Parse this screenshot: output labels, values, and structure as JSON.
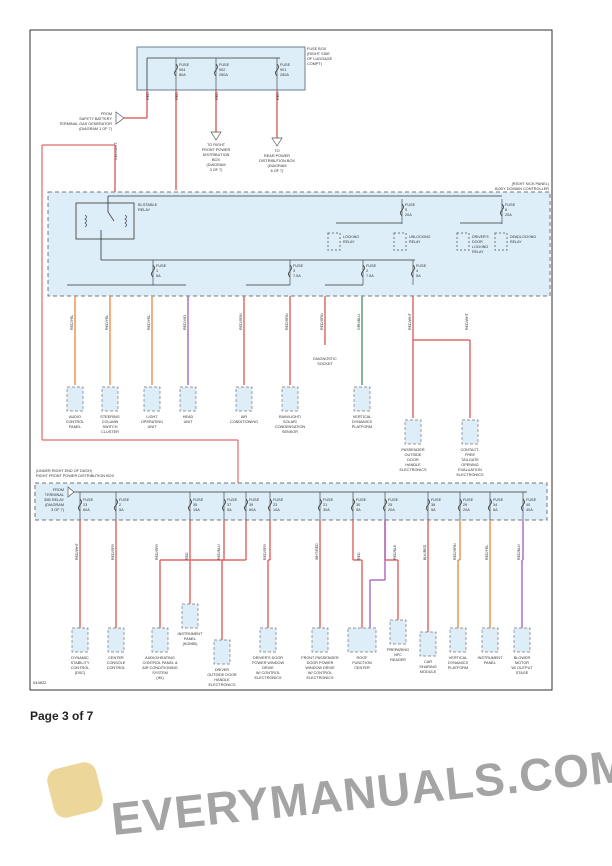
{
  "top_fuse_box": {
    "label": [
      "FUSE BOX",
      "(RIGHT SIDE",
      "OF LUGGAGE",
      "COMPT)"
    ],
    "fuses": [
      {
        "name": "FUSE",
        "num": "904",
        "amp": "80A"
      },
      {
        "name": "FUSE",
        "num": "902",
        "amp": "250A"
      },
      {
        "name": "FUSE",
        "num": "901",
        "amp": "250A"
      }
    ],
    "from_battery": [
      "FROM",
      "SAFETY BATTERY",
      "TERMINAL GAS GENERATOR",
      "(DIAGRAM 1 OF 7)"
    ],
    "to_right_front": [
      "TO RIGHT",
      "FRONT POWER",
      "DISTRIBUTION",
      "BOX",
      "(DIAGRAM",
      "3 OF 7)"
    ],
    "to_rear": [
      "TO",
      "REAR POWER",
      "DISTRIBUTION BOX",
      "(DIAGRAM",
      "6 OF 7)"
    ],
    "wire_colors": [
      "RED",
      "RED",
      "RED",
      "RED",
      "RED/WHT"
    ]
  },
  "body_domain_controller": {
    "label": [
      "(RIGHT KICK PANEL)",
      "BODY DOMAIN CONTROLLER"
    ],
    "bistable_relay": [
      "BI-STABLE",
      "RELAY"
    ],
    "fuses": [
      {
        "name": "FUSE",
        "num": "1",
        "amp": "5A"
      },
      {
        "name": "FUSE",
        "num": "3",
        "amp": "7.5A"
      },
      {
        "name": "FUSE",
        "num": "2",
        "amp": "7.5A"
      },
      {
        "name": "FUSE",
        "num": "4",
        "amp": "5A"
      },
      {
        "name": "FUSE",
        "num": "5",
        "amp": "20A"
      },
      {
        "name": "FUSE",
        "num": "6",
        "amp": "20A"
      }
    ],
    "relays": [
      [
        "LOCKING",
        "RELAY"
      ],
      [
        "UNLOCKING",
        "RELAY"
      ],
      [
        "DRIVER'S",
        "DOOR",
        "LOCKING",
        "RELAY"
      ],
      [
        "DEADLOCKING",
        "RELAY"
      ]
    ]
  },
  "middle_components": [
    {
      "wire": "RED/YEL",
      "label": [
        "AUDIO",
        "CONTROL",
        "PANEL"
      ]
    },
    {
      "wire": "RED/YEL",
      "label": [
        "STEERING",
        "COLUMN",
        "SWITCH",
        "CLUSTER"
      ]
    },
    {
      "wire": "RED/YEL",
      "label": [
        "LIGHT",
        "OPERATING",
        "UNIT"
      ]
    },
    {
      "wire": "RED/VIO",
      "label": [
        "HEAD",
        "UNIT"
      ]
    },
    {
      "wire": "RED/GRN",
      "label": [
        "AIR",
        "CONDITIONING"
      ]
    },
    {
      "wire": "RED/GRN",
      "label": [
        "RAIN/LIGHT/",
        "SOLAR/",
        "CONDENSATION",
        "SENSOR"
      ]
    },
    {
      "wire": "RED/GRN",
      "label": [
        "DIAGNOSTIC",
        "SOCKET"
      ]
    },
    {
      "wire": "GRN/BLU",
      "label": [
        "VERTICAL",
        "DYNAMICS",
        "PLATFORM"
      ]
    },
    {
      "wire": "RED/WHT",
      "label": [
        "PASSENGER",
        "OUTSIDE",
        "DOOR",
        "HANDLE",
        "ELECTRONICS"
      ]
    },
    {
      "wire": "RED/WHT",
      "label": [
        "CONTACT-",
        "FREE",
        "TAILGATE",
        "OPENING",
        "EVALUATION",
        "ELECTRONICS"
      ]
    }
  ],
  "distribution_box": {
    "label": [
      "(UNDER RIGHT END OF DASH)",
      "RIGHT FRONT POWER DISTRIBUTION BOX"
    ],
    "from_terminal": [
      "FROM",
      "TERMINAL",
      "30B RELAY",
      "(DIAGRAM",
      "3 OF 7)"
    ],
    "fuses": [
      {
        "name": "FUSE",
        "num": "23",
        "amp": "60A"
      },
      {
        "name": "FUSE",
        "num": "2",
        "amp": "5A"
      },
      {
        "name": "FUSE",
        "num": "35",
        "amp": "15A"
      },
      {
        "name": "FUSE",
        "num": "37",
        "amp": "5A"
      },
      {
        "name": "FUSE",
        "num": "39",
        "amp": "60A"
      },
      {
        "name": "FUSE",
        "num": "23",
        "amp": "10A"
      },
      {
        "name": "FUSE",
        "num": "21",
        "amp": "30A"
      },
      {
        "name": "FUSE",
        "num": "30",
        "amp": "5A"
      },
      {
        "name": "FUSE",
        "num": "25",
        "amp": "20A"
      },
      {
        "name": "FUSE",
        "num": "38",
        "amp": "5A"
      },
      {
        "name": "FUSE",
        "num": "29",
        "amp": "20A"
      },
      {
        "name": "FUSE",
        "num": "34",
        "amp": "5A"
      },
      {
        "name": "FUSE",
        "num": "40",
        "amp": "40A"
      }
    ]
  },
  "bottom_components": [
    {
      "wire": "RED/WHT",
      "label": [
        "DYNAMIC",
        "STABILITY",
        "CONTROL",
        "(DSC)"
      ]
    },
    {
      "wire": "RED/GRY",
      "label": [
        "CENTER",
        "CONSOLE",
        "CONTROL"
      ]
    },
    {
      "wire": "RED/GRY",
      "label": [
        "AUDIO/HEATING",
        "CONTROL PANEL &",
        "AIR CONDITIONING",
        "SYSTEM",
        "(IKI)"
      ]
    },
    {
      "wire": "RED",
      "label": [
        "INSTRUMENT",
        "PANEL",
        "(KOMBI)"
      ]
    },
    {
      "wire": "RED/BLU",
      "label": [
        "DRIVER",
        "OUTSIDE DOOR",
        "HANDLE",
        "ELECTRONICS"
      ]
    },
    {
      "wire": "RED/GRY",
      "label": [
        "DRIVER'S DOOR",
        "POWER WINDOW",
        "DRIVE",
        "W/ CONTROL",
        "ELECTRONICS"
      ]
    },
    {
      "wire": "WHT/RED",
      "label": [
        "FRONT PASSENGER",
        "DOOR POWER",
        "WINDOW DRIVE",
        "W/ CONTROL",
        "ELECTRONICS"
      ]
    },
    {
      "wire": "RED",
      "label": [
        "ROOF",
        "FUNCTION",
        "CENTER"
      ]
    },
    {
      "wire": "RED/BLK",
      "label": [
        "PREPARING",
        "NFC",
        "READER"
      ]
    },
    {
      "wire": "BLK/RED",
      "label": [
        "CAR",
        "SHARING",
        "MODULE"
      ]
    },
    {
      "wire": "RED/GRN",
      "label": [
        "VERTICAL",
        "DYNAMICS",
        "PLATFORM"
      ]
    },
    {
      "wire": "RED/YEL",
      "label": [
        "INSTRUMENT",
        "PANEL"
      ]
    },
    {
      "wire": "RED/BLU",
      "label": [
        "BLOWER",
        "MOTOR",
        "W/ OUTPUT",
        "STAGE"
      ]
    }
  ],
  "diagram_id": "044822",
  "watermark": "EVERYMANUALS.COM",
  "page_label": "Page 3 of 7",
  "colors": {
    "box_fill": "#deeef8",
    "box_stroke": "#6a7f8f",
    "wire_red": "#e06a6a",
    "wire_green": "#5aa07a",
    "wire_violet": "#b070c0",
    "wire_orange": "#e8955a"
  }
}
